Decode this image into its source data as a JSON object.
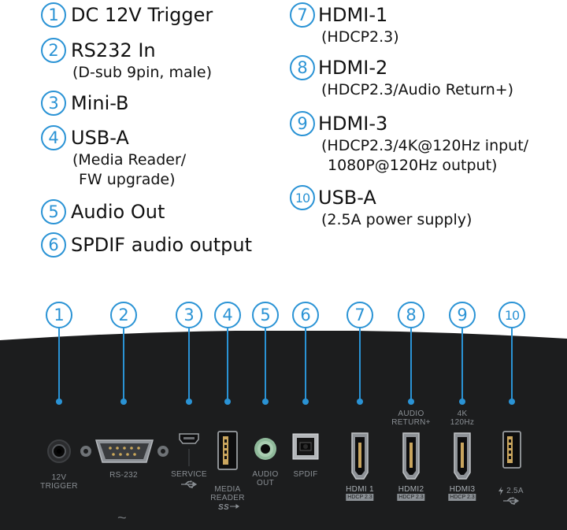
{
  "legend": [
    {
      "num": "1",
      "label": "DC 12V Trigger",
      "sub": []
    },
    {
      "num": "2",
      "label": "RS232 In",
      "sub": [
        "(D-sub 9pin, male)"
      ]
    },
    {
      "num": "3",
      "label": "Mini-B",
      "sub": []
    },
    {
      "num": "4",
      "label": "USB-A",
      "sub": [
        "(Media Reader/",
        "FW upgrade)"
      ]
    },
    {
      "num": "5",
      "label": "Audio Out",
      "sub": []
    },
    {
      "num": "6",
      "label": "SPDIF audio output",
      "sub": []
    },
    {
      "num": "7",
      "label": "HDMI-1",
      "sub": [
        "(HDCP2.3)"
      ]
    },
    {
      "num": "8",
      "label": "HDMI-2",
      "sub": [
        "(HDCP2.3/Audio Return+)"
      ]
    },
    {
      "num": "9",
      "label": "HDMI-3",
      "sub": [
        "(HDCP2.3/4K@120Hz input/",
        "1080P@120Hz output)"
      ]
    },
    {
      "num": "10",
      "label": "USB-A",
      "sub": [
        "(2.5A power supply)"
      ]
    }
  ],
  "panel_labels": {
    "trigger": "12V\nTRIGGER",
    "rs232": "RS-232",
    "service": "SERVICE",
    "audio_out": "AUDIO\nOUT",
    "spdif": "SPDIF",
    "media_reader": "MEDIA\nREADER",
    "ss_logo": "SS",
    "hdmi1": "HDMI 1",
    "hdmi2": "HDMI2",
    "hdmi3": "HDMI3",
    "hdcp": "HDCP 2.3",
    "audio_return": "AUDIO\nRETURN+",
    "k4": "4K\n120Hz",
    "power": "2.5A",
    "ac_symbol": "~"
  },
  "colors": {
    "accent": "#2a93d5",
    "panel": "#1c1d1e",
    "label": "#8a8f94"
  }
}
